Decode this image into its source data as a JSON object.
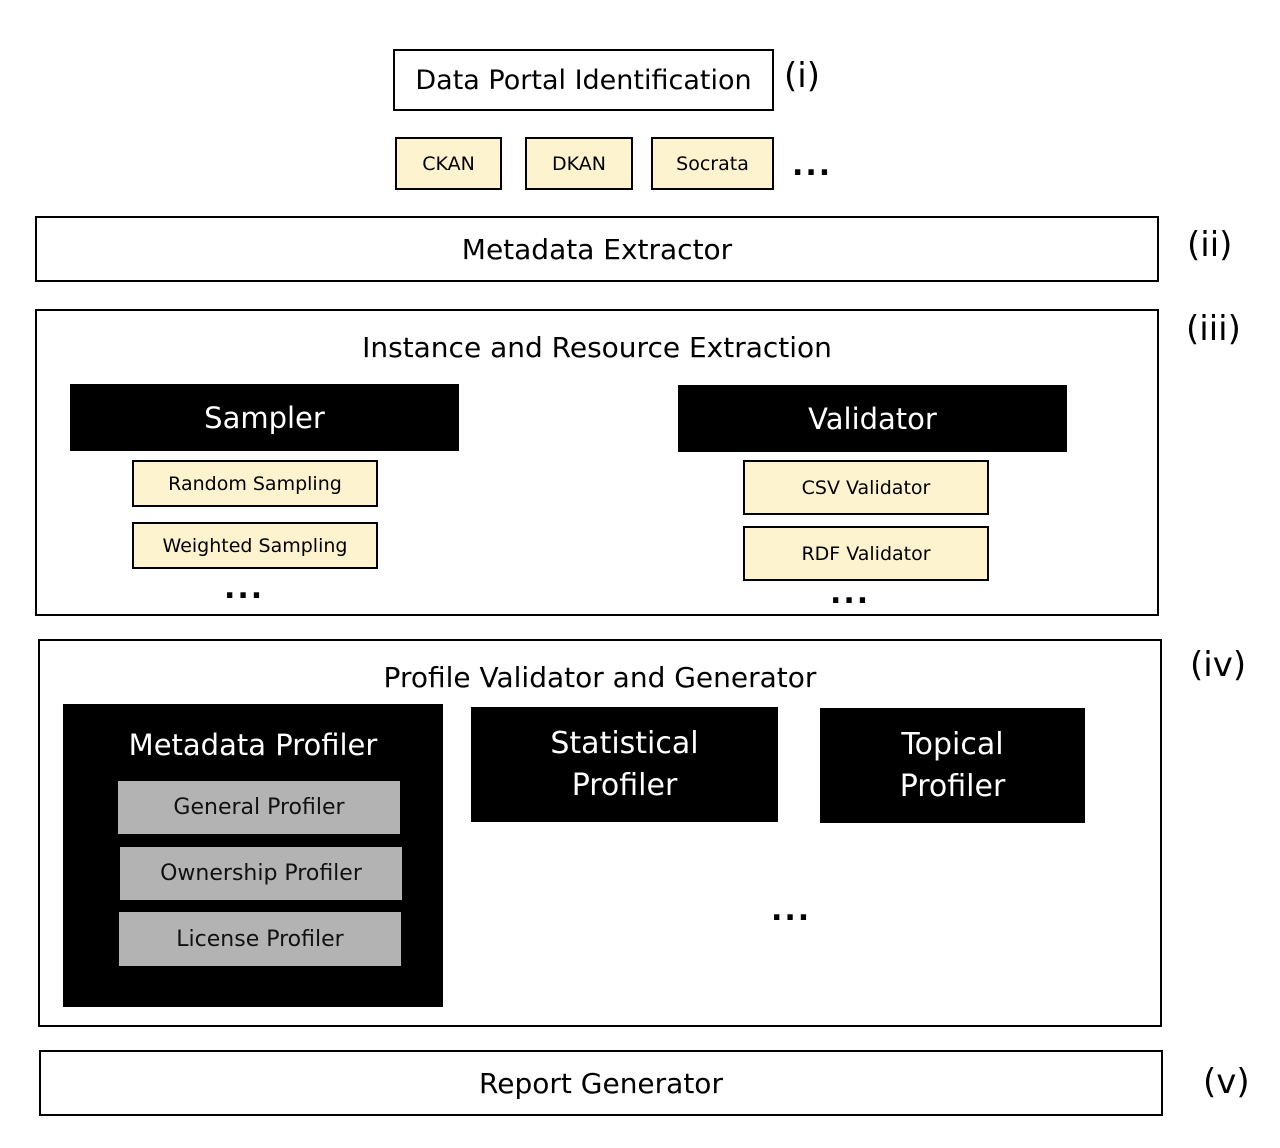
{
  "stage_i": {
    "title": "Data Portal Identification",
    "label": "(i)",
    "portals": [
      "CKAN",
      "DKAN",
      "Socrata"
    ],
    "more": "..."
  },
  "stage_ii": {
    "title": "Metadata Extractor",
    "label": "(ii)"
  },
  "stage_iii": {
    "title": "Instance and Resource Extraction",
    "label": "(iii)",
    "sampler": {
      "title": "Sampler",
      "items": [
        "Random Sampling",
        "Weighted Sampling"
      ],
      "more": "..."
    },
    "validator": {
      "title": "Validator",
      "items": [
        "CSV Validator",
        "RDF Validator"
      ],
      "more": "..."
    }
  },
  "stage_iv": {
    "title": "Profile Validator and Generator",
    "label": "(iv)",
    "metadata_profiler": {
      "title": "Metadata Profiler",
      "items": [
        "General Profiler",
        "Ownership Profiler",
        "License Profiler"
      ]
    },
    "statistical_profiler": {
      "line1": "Statistical",
      "line2": "Profiler"
    },
    "topical_profiler": {
      "line1": "Topical",
      "line2": "Profiler"
    },
    "more": "..."
  },
  "stage_v": {
    "title": "Report Generator",
    "label": "(v)"
  },
  "colors": {
    "yellow_box": "#fdf3cf",
    "grey_box": "#b3b3b3",
    "black_box": "#000000"
  }
}
